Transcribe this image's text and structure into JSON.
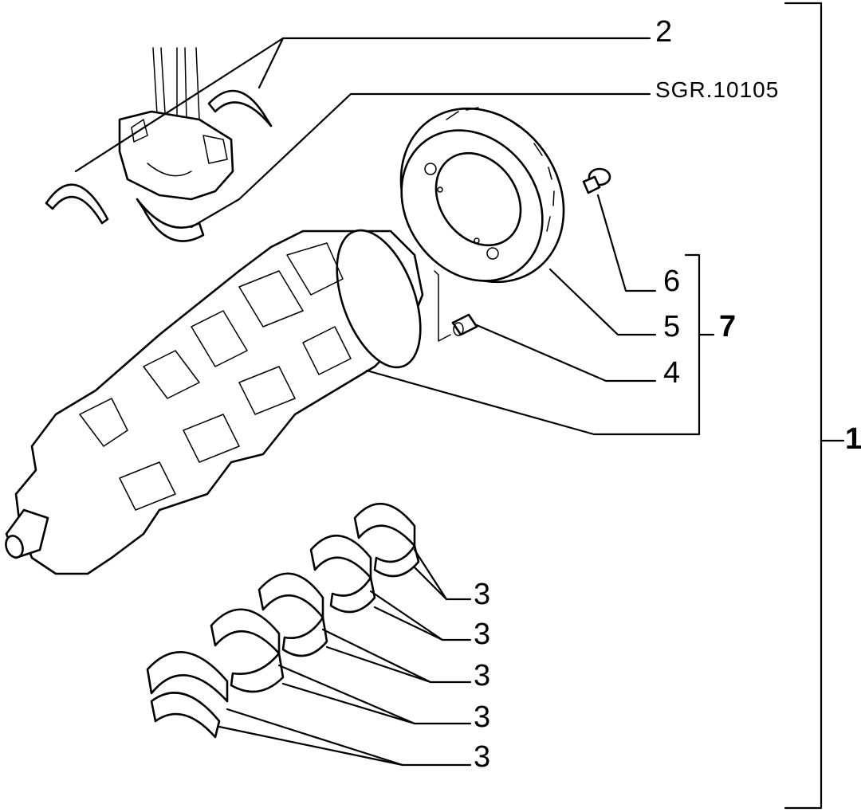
{
  "drawing_code": "SGR.10105",
  "callouts": {
    "assembly": "1",
    "conrod_bearing": "2",
    "main_bearings": [
      "3",
      "3",
      "3",
      "3",
      "3"
    ],
    "dowel": "4",
    "tone_wheel": "5",
    "screw": "6",
    "subassembly": "7"
  }
}
